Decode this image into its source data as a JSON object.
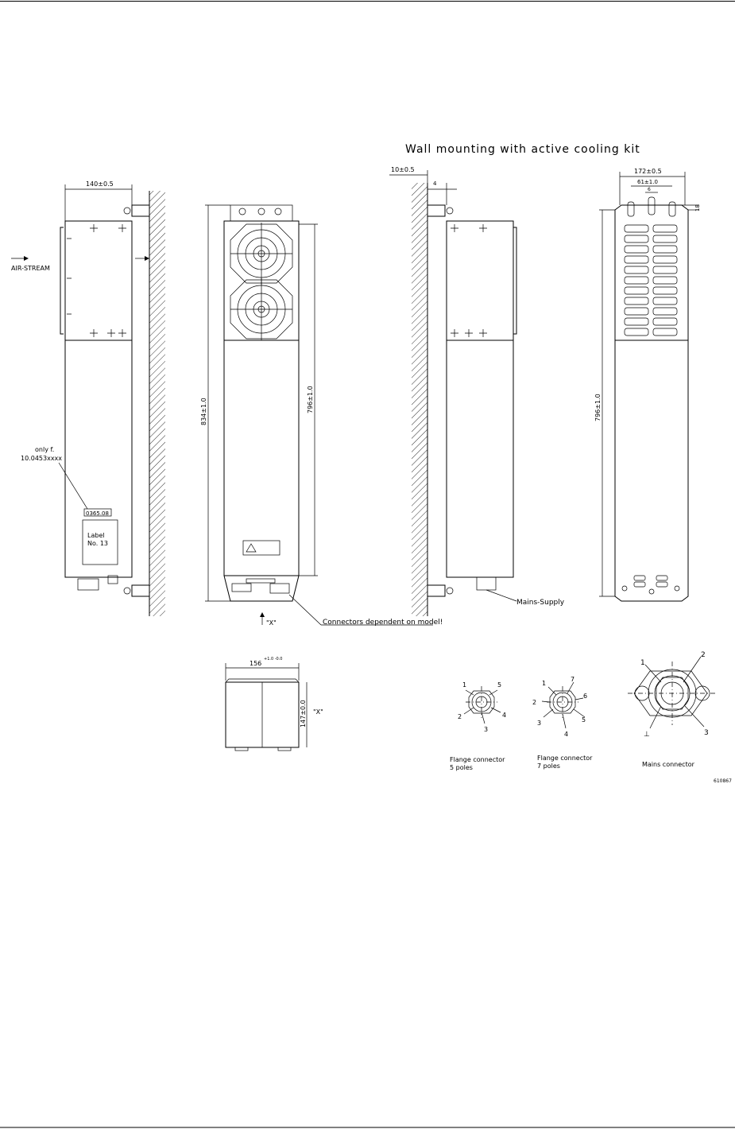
{
  "title": "Wall mounting with active cooling kit",
  "left_view": {
    "dim_top": "140±0.5",
    "airstream_label": "AIR-STREAM",
    "note_line1": "only f.",
    "note_line2": "10.0453xxxx",
    "tag": "0365.08",
    "label_line1": "Label",
    "label_line2": "No. 13"
  },
  "front_view": {
    "dim_height": "834±1.0",
    "dim_inner": "796±1.0",
    "view_mark": "\"X\"",
    "connectors_note": "Connectors dependent on model!"
  },
  "right_side_view": {
    "dim_top": "10±0.5",
    "dim_small": "4",
    "mains_label": "Mains-Supply"
  },
  "back_view": {
    "dim_width": "172±0.5",
    "dim_inner": "61±1.0",
    "dim_hole": "6",
    "dim_right": "18",
    "dim_height": "796±1.0"
  },
  "view_x": {
    "dim_width": "156",
    "dim_width_tol": "+1.0 -0.0",
    "dim_height": "147±0.0",
    "view_mark": "\"X\""
  },
  "connectors": [
    {
      "caption_line1": "Flange connector",
      "caption_line2": "5 poles",
      "pins": [
        "1",
        "5",
        "2",
        "4",
        "3"
      ]
    },
    {
      "caption_line1": "Flange connector",
      "caption_line2": "7 poles",
      "pins": [
        "1",
        "7",
        "2",
        "6",
        "3",
        "5",
        "4"
      ]
    },
    {
      "caption_line1": "Mains connector",
      "caption_line2": "",
      "pins": [
        "1",
        "2",
        "⊥",
        "3"
      ]
    }
  ],
  "drawing_number": "610867"
}
